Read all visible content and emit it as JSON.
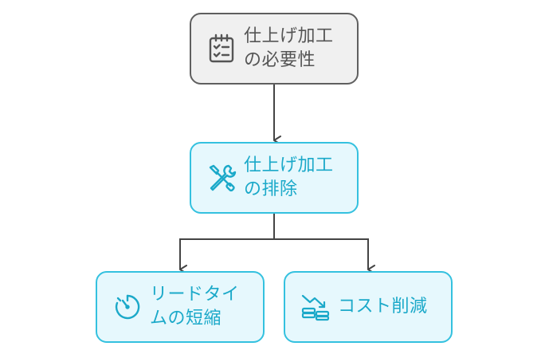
{
  "nodes": {
    "root": {
      "line1": "仕上げ加工",
      "line2": "の必要性",
      "icon": "checklist-icon"
    },
    "middle": {
      "line1": "仕上げ加工",
      "line2": "の排除",
      "icon": "tools-icon"
    },
    "left": {
      "line1": "リードタイ",
      "line2": "ムの短縮",
      "icon": "timer-icon"
    },
    "right": {
      "line1": "コスト削減",
      "icon": "cash-down-icon"
    }
  },
  "colors": {
    "root_border": "#5f5f5f",
    "root_fill": "#f0f0f0",
    "accent": "#34c1df",
    "accent_fill": "#e6f8fd",
    "connector": "#444444"
  }
}
